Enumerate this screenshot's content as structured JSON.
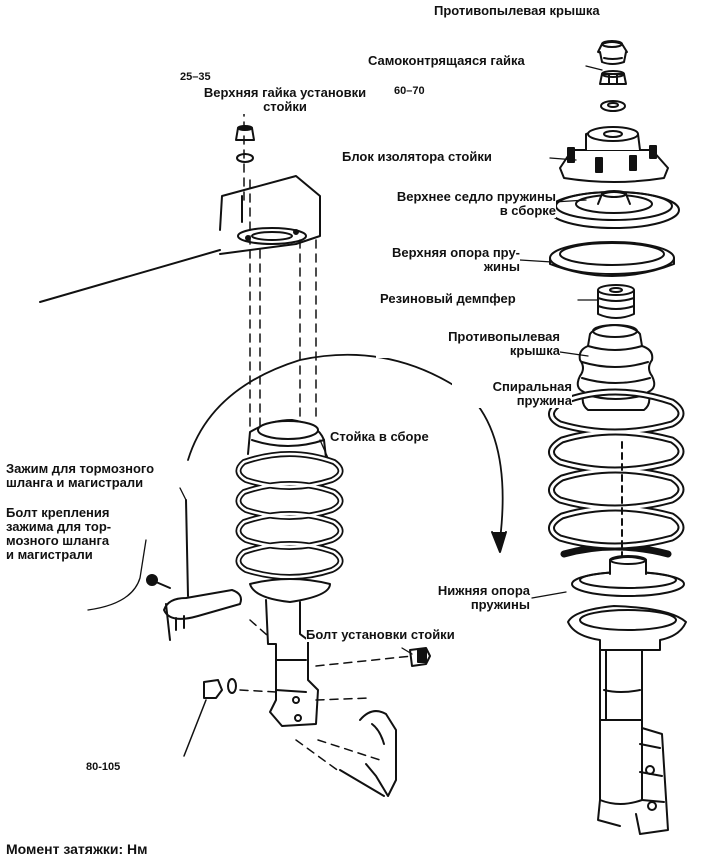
{
  "labels": {
    "dust_cap_top": "Противопылевая крышка",
    "self_locking_nut": "Самоконтрящаяся гайка",
    "torque_top_nut": "25–35",
    "upper_mount_nut_l1": "Верхняя гайка установки",
    "upper_mount_nut_l2": "стойки",
    "torque_self_locking": "60–70",
    "isolator_block": "Блок изолятора стойки",
    "upper_seat_l1": "Верхнее седло пружины",
    "upper_seat_l2": "в сборке",
    "upper_support_l1": "Верхняя опора пру-",
    "upper_support_l2": "жины",
    "rubber_bumper": "Резиновый демпфер",
    "dust_boot_l1": "Противопылевая",
    "dust_boot_l2": "крышка",
    "coil_spring_l1": "Спиральная",
    "coil_spring_l2": "пружина",
    "strut_assembly": "Стойка в сборе",
    "brake_clamp_l1": "Зажим для тормозного",
    "brake_clamp_l2": "шланга и магистрали",
    "clamp_bolt_l1": "Болт крепления",
    "clamp_bolt_l2": "зажима для тор-",
    "clamp_bolt_l3": "мозного шланга",
    "clamp_bolt_l4": "и магистрали",
    "lower_seat_l1": "Нижняя опора",
    "lower_seat_l2": "пружины",
    "strut_bolt": "Болт установки стойки",
    "figure_code": "80-105",
    "torque_note": "Момент затяжки: Нм"
  }
}
